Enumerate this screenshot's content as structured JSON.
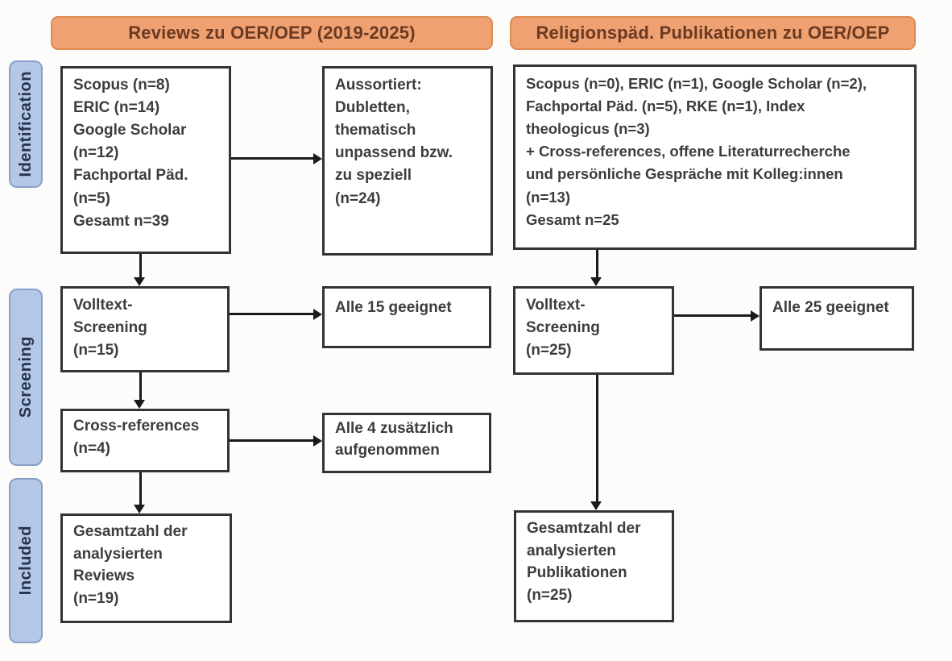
{
  "headers": {
    "left": "Reviews zu OER/OEP (2019-2025)",
    "right": "Religionspäd. Publikationen zu OER/OEP"
  },
  "stages": [
    {
      "label": "Identification"
    },
    {
      "label": "Screening"
    },
    {
      "label": "Included"
    }
  ],
  "left_column": {
    "sources": "Scopus (n=8)\nERIC (n=14)\nGoogle Scholar\n(n=12)\nFachportal Päd.\n(n=5)\nGesamt n=39",
    "sorted_out": "Aussortiert:\nDubletten,\nthematisch\nunpassend bzw.\nzu speziell\n(n=24)",
    "fulltext_screening": "Volltext-\nScreening\n(n=15)",
    "all_suitable": "Alle 15 geeignet",
    "cross_references": "Cross-references\n(n=4)",
    "additionally_included": "Alle 4 zusätzlich\naufgenommen",
    "total": "Gesamtzahl der\nanalysierten\nReviews\n(n=19)"
  },
  "right_column": {
    "sources": "Scopus (n=0), ERIC (n=1), Google Scholar (n=2),\nFachportal Päd. (n=5), RKE (n=1), Index\ntheologicus (n=3)\n+ Cross-references, offene Literaturrecherche\nund persönliche Gespräche mit Kolleg:innen\n(n=13)\nGesamt n=25",
    "fulltext_screening": "Volltext-\nScreening\n(n=25)",
    "all_suitable": "Alle 25 geeignet",
    "total": "Gesamtzahl der\nanalysierten\nPublikationen\n(n=25)"
  },
  "colors": {
    "header_fill": "#EFA172",
    "header_border": "#DF8A52",
    "header_text": "#6B3A22",
    "stage_fill": "#B4C7E7",
    "stage_border": "#8A9FC7",
    "stage_text": "#28324A",
    "box_border": "#333333",
    "box_text": "#3D3D3D",
    "arrow": "#1A1A1A"
  }
}
